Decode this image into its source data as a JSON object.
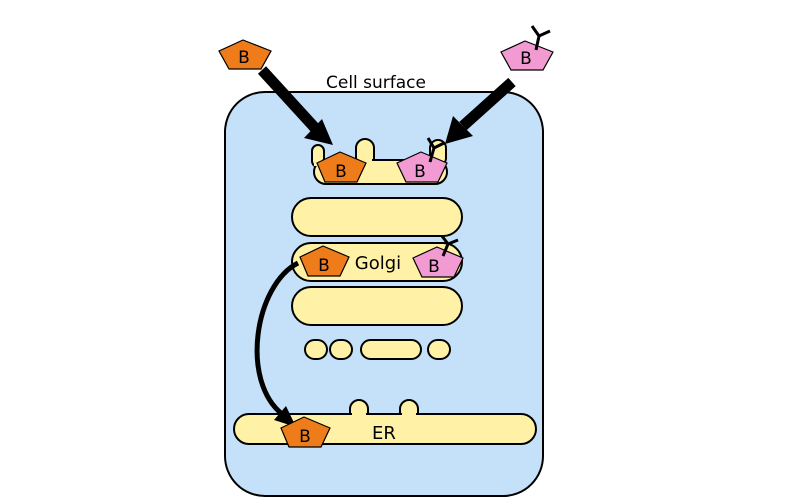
{
  "labels": {
    "cell_surface": "Cell surface",
    "golgi": "Golgi",
    "er": "ER"
  },
  "proteins": {
    "letter": "B",
    "orange_color": "#ee7c1b",
    "pink_color": "#f29ad2"
  },
  "colors": {
    "cell": "#c5e1fa",
    "organelle": "#fff2a6",
    "outline": "#000000"
  }
}
